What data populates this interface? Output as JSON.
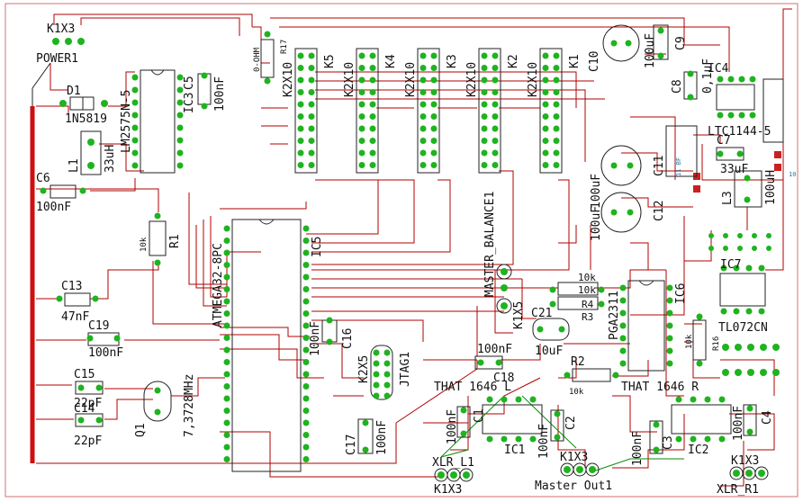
{
  "labels": {
    "k1x3_power": "K1X3",
    "power1": "POWER1",
    "d1": "D1",
    "in5819": "1N5819",
    "l1": "L1",
    "l1_val": "33uH",
    "lm2575": "LM2575N-5",
    "ic3": "IC3",
    "c5": "C5",
    "c5_val": "100nF",
    "c6": "C6",
    "c6_val": "100nF",
    "r1": "R1",
    "r1_val": "10k",
    "c13": "C13",
    "c13_val": "47nF",
    "c19": "C19",
    "c19_val": "100nF",
    "c15": "C15",
    "c15_val": "22pF",
    "c14": "C14",
    "c14_val": "22pF",
    "q1": "Q1",
    "q1_val": "7,3728MHz",
    "atmega": "ATMEGA32-8PC",
    "ic5": "IC5",
    "c16": "C16",
    "c16_val": "100nF",
    "r17": "R17",
    "r17_val": "0-OHM",
    "k5": "K5",
    "k4": "K4",
    "k3": "K3",
    "k2": "K2",
    "k1": "K1",
    "k2x10": "K2X10",
    "c10": "C10",
    "c9": "C9",
    "c9_val": "100uF",
    "c8": "C8",
    "c8_val": "0,1uF",
    "ic4": "IC4",
    "ltc": "LTC1144-5",
    "c7": "C7",
    "c7_val": "33uF",
    "l3": "L3",
    "l3_val": "100uH",
    "c11": "C11",
    "c11_val": "100uF",
    "c12": "C12",
    "c12_val": "100uF",
    "master_balance": "MASTER_BALANCE1",
    "k1x5": "K1X5",
    "r4": "R4",
    "r3": "R3",
    "r4_val": "10k",
    "r3_val": "10k",
    "pga": "PGA2311",
    "ic6": "IC6",
    "c21": "C21",
    "c21_val": "10uF",
    "c18": "C18",
    "c18_val": "100nF",
    "r2": "R2",
    "r2_val": "10k",
    "jtag": "JTAG1",
    "k2x5": "K2X5",
    "c17": "C17",
    "c17_val": "100nF",
    "that_l": "THAT 1646 L",
    "that_r": "THAT 1646 R",
    "ic7": "IC7",
    "tl072": "TL072CN",
    "r16": "R16",
    "r16_val": "10k",
    "c1": "C1",
    "c1_val": "100nF",
    "c2": "C2",
    "c2_val": "100nF",
    "ic1": "IC1",
    "c3": "C3",
    "c3_val": "100nF",
    "c4": "C4",
    "c4_val": "100nF",
    "ic2": "IC2",
    "xlr_l1": "XLR_L1",
    "xlr_r1": "XLR_R1",
    "k1x3_a": "K1X3",
    "k1x3_b": "K1X3",
    "k1x3_c": "K1X3",
    "master_out": "Master Out1",
    "blue_1": "11 BF",
    "blue_2": "10"
  }
}
